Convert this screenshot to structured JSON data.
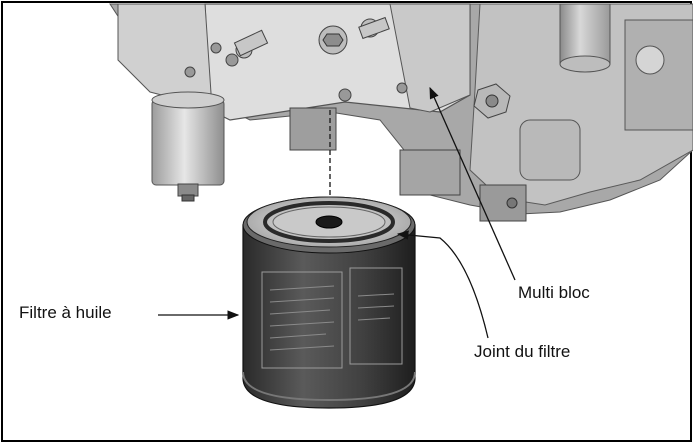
{
  "figure": {
    "labels": {
      "oil_filter": "Filtre à huile",
      "multi_block": "Multi bloc",
      "filter_seal": "Joint du filtre"
    },
    "colors": {
      "background": "#ffffff",
      "border": "#000000",
      "metal_light": "#dcdcdc",
      "metal_mid": "#b5b5b5",
      "metal_dark": "#6e6e6e",
      "filter_body": "#3a3a3a"
    }
  }
}
